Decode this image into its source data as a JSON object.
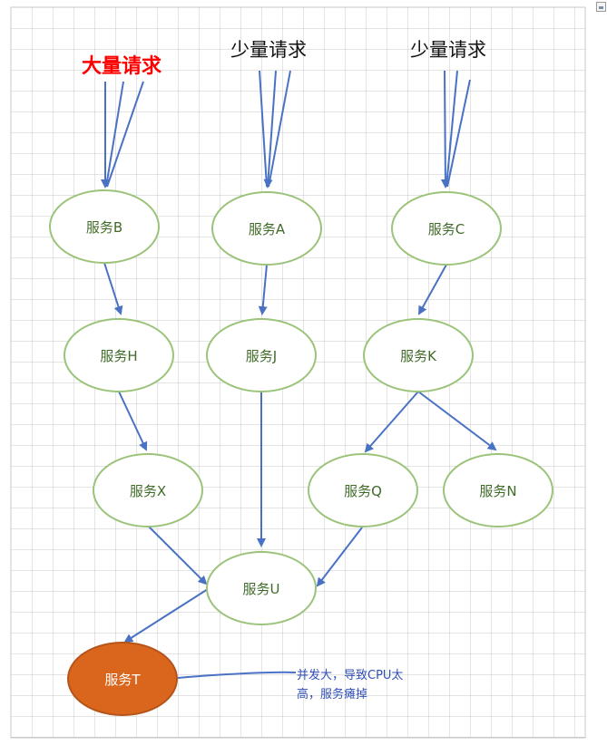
{
  "diagram": {
    "sources": [
      {
        "id": "src-heavy",
        "label": "大量请求",
        "color": "#ff0000"
      },
      {
        "id": "src-light-1",
        "label": "少量请求",
        "color": "#111111"
      },
      {
        "id": "src-light-2",
        "label": "少量请求",
        "color": "#111111"
      }
    ],
    "nodes": [
      {
        "id": "B",
        "label": "服务B"
      },
      {
        "id": "A",
        "label": "服务A"
      },
      {
        "id": "C",
        "label": "服务C"
      },
      {
        "id": "H",
        "label": "服务H"
      },
      {
        "id": "J",
        "label": "服务J"
      },
      {
        "id": "K",
        "label": "服务K"
      },
      {
        "id": "X",
        "label": "服务X"
      },
      {
        "id": "Q",
        "label": "服务Q"
      },
      {
        "id": "N",
        "label": "服务N"
      },
      {
        "id": "U",
        "label": "服务U"
      },
      {
        "id": "T",
        "label": "服务T",
        "status": "overloaded"
      }
    ],
    "edges": [
      [
        "B",
        "H"
      ],
      [
        "H",
        "X"
      ],
      [
        "X",
        "U"
      ],
      [
        "A",
        "J"
      ],
      [
        "J",
        "U"
      ],
      [
        "C",
        "K"
      ],
      [
        "K",
        "Q"
      ],
      [
        "K",
        "N"
      ],
      [
        "Q",
        "U"
      ],
      [
        "U",
        "T"
      ]
    ],
    "annotation": {
      "line1": "并发大，导致CPU太",
      "line2": "高，服务瘫掉"
    },
    "colors": {
      "node_fill": "#ffffff",
      "node_stroke": "#9bc37a",
      "node_text": "#3f6b28",
      "hot_fill": "#d9661c",
      "hot_stroke": "#b5541a",
      "arrow": "#4a72c4",
      "grid": "#c8c8c8"
    }
  }
}
